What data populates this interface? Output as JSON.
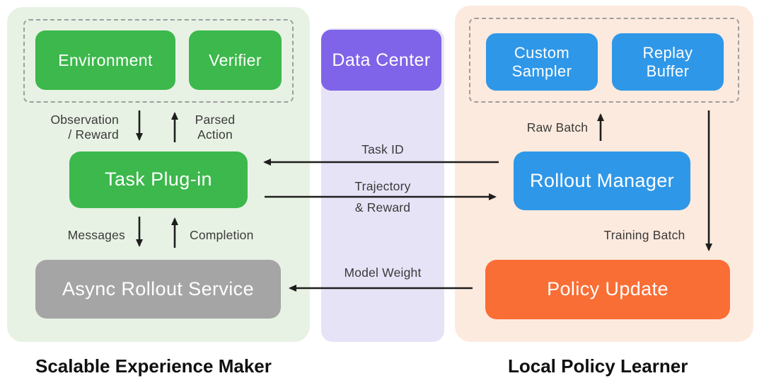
{
  "diagram": {
    "left_panel": {
      "title": "Scalable Experience Maker",
      "nodes": {
        "environment": "Environment",
        "verifier": "Verifier",
        "task_plugin": "Task Plug-in",
        "async_rollout_service": "Async Rollout Service"
      },
      "labels": {
        "observation_line1": "Observation",
        "observation_line2": "/ Reward",
        "parsed_line1": "Parsed",
        "parsed_line2": "Action",
        "messages": "Messages",
        "completion": "Completion"
      }
    },
    "middle": {
      "nodes": {
        "data_center": "Data Center"
      },
      "labels": {
        "task_id": "Task ID",
        "trajectory_line1": "Trajectory",
        "trajectory_line2": "& Reward",
        "model_weight": "Model Weight"
      }
    },
    "right_panel": {
      "title": "Local Policy Learner",
      "nodes": {
        "custom_sampler": "Custom Sampler",
        "replay_buffer": "Replay Buffer",
        "rollout_manager": "Rollout Manager",
        "policy_update": "Policy Update"
      },
      "labels": {
        "raw_batch": "Raw Batch",
        "training_batch": "Training Batch"
      }
    },
    "colors": {
      "green_node": "#3cb84c",
      "gray_node": "#a5a5a5",
      "purple_node": "#7f63e8",
      "blue_node": "#2f97e8",
      "orange_node": "#f96e35",
      "left_panel_bg": "#e8f2e4",
      "middle_bg": "#e7e3f7",
      "right_panel_bg": "#fdeade",
      "dashed_border": "#9e9e9e",
      "arrow": "#1e1e1e",
      "node_text": "#ffffff",
      "label_text": "#3a3a3a"
    }
  }
}
